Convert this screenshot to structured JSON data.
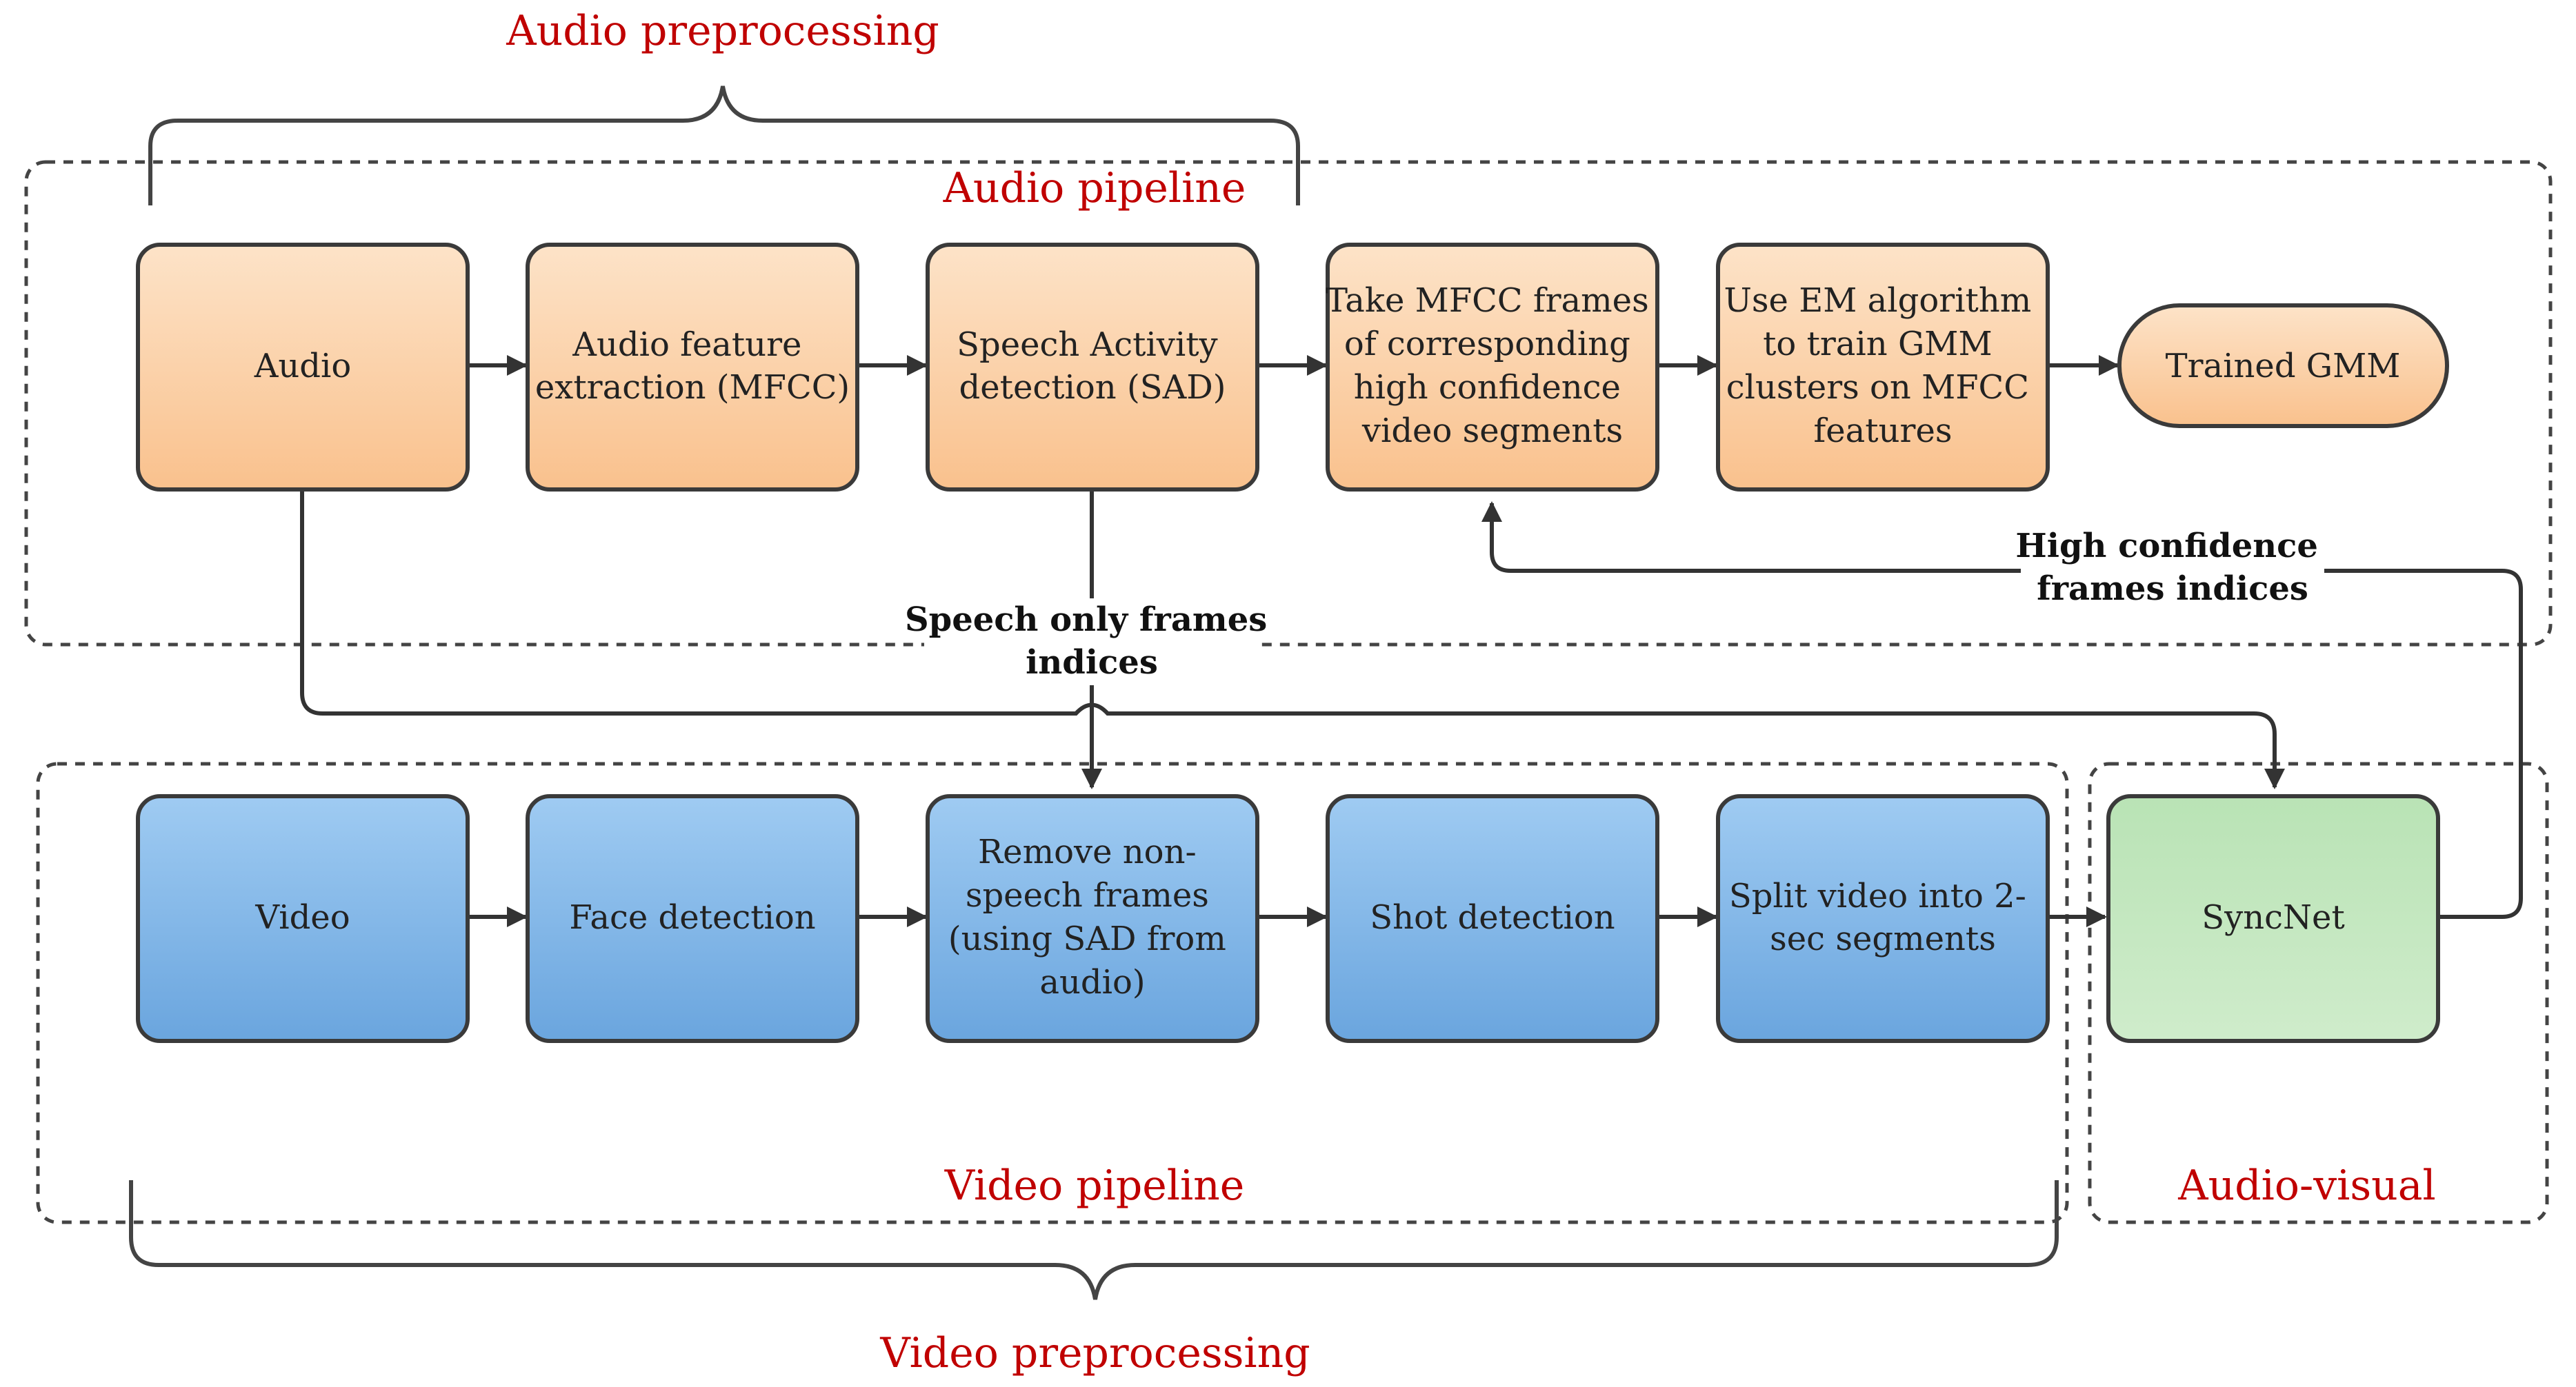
{
  "regions": {
    "audio_pipeline": "Audio pipeline",
    "video_pipeline": "Video pipeline",
    "audio_visual": "Audio-visual"
  },
  "brackets": {
    "audio_preprocessing": "Audio preprocessing",
    "video_preprocessing": "Video preprocessing"
  },
  "audio_row": [
    {
      "id": "audio",
      "lines": [
        "Audio"
      ]
    },
    {
      "id": "mfcc-extraction",
      "lines": [
        "Audio feature",
        "extraction (MFCC)"
      ]
    },
    {
      "id": "sad",
      "lines": [
        "Speech Activity",
        "detection (SAD)"
      ]
    },
    {
      "id": "take-mfcc-frames",
      "lines": [
        "Take MFCC frames",
        "of corresponding",
        "high confidence",
        "video segments"
      ]
    },
    {
      "id": "em-gmm",
      "lines": [
        "Use EM algorithm",
        "to train GMM",
        "clusters on MFCC",
        "features"
      ]
    },
    {
      "id": "trained-gmm",
      "lines": [
        "Trained GMM"
      ]
    }
  ],
  "video_row": [
    {
      "id": "video",
      "lines": [
        "Video"
      ]
    },
    {
      "id": "face-detection",
      "lines": [
        "Face detection"
      ]
    },
    {
      "id": "remove-nonspeech",
      "lines": [
        "Remove non-",
        "speech frames",
        "(using SAD from",
        "audio)"
      ]
    },
    {
      "id": "shot-detection",
      "lines": [
        "Shot detection"
      ]
    },
    {
      "id": "split-video",
      "lines": [
        "Split video into 2-",
        "sec segments"
      ]
    }
  ],
  "syncnet": {
    "id": "syncnet",
    "lines": [
      "SyncNet"
    ]
  },
  "flow_labels": {
    "speech_only": [
      "Speech only frames",
      "indices"
    ],
    "high_confidence": [
      "High confidence",
      "frames indices"
    ]
  },
  "colors": {
    "audio_box_top": "#fde3c8",
    "audio_box_bottom": "#f9c18d",
    "video_box_top": "#9fcbf2",
    "video_box_bottom": "#6aa5de",
    "syncnet_top": "#cfeccb",
    "syncnet_bottom": "#9fd59c",
    "region_title": "#c00000"
  }
}
